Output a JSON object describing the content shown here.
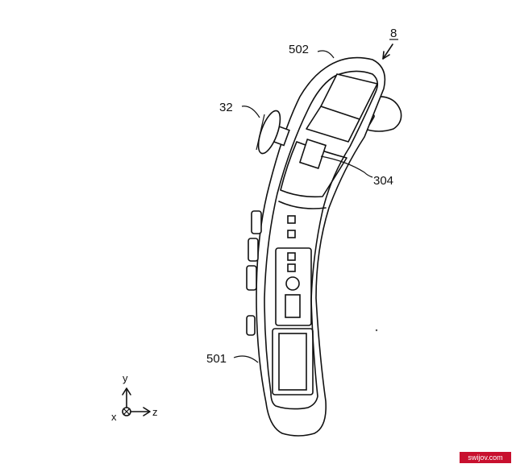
{
  "figure": {
    "number": "8",
    "labels": {
      "top_part": "502",
      "dial": "32",
      "window": "304",
      "body": "501"
    },
    "axes": {
      "y": "y",
      "x": "x",
      "z": "z"
    }
  },
  "watermark": "swijov.com"
}
